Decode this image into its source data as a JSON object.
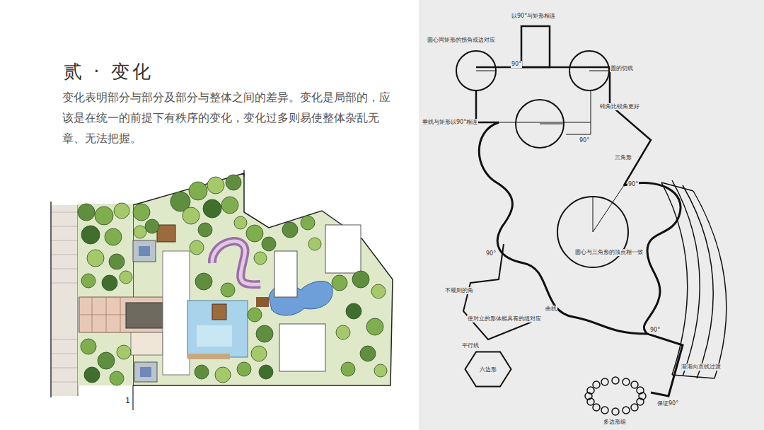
{
  "diagram": {
    "title": "贰 · 变化",
    "nodes": [
      {
        "text": [
          "六边形"
        ]
      }
    ],
    "labels": [
      "变化表明部分与部分及部分与整体之间的差异。变化是局部的，应该是在统一的前提下有秩序的变化，变化过多则易使整体杂乱无章、无法把握。",
      "以90°与矩形相连",
      "圆心同矩形的拐角或边对应",
      "90°",
      "圆的切线",
      "钝角比锐角更好",
      "垂线与矩形以90°相连",
      "90°",
      "三角形",
      "90°",
      "圆心与三角形的顶点相一致",
      "90°",
      "不规则的角",
      "曲线",
      "使对立的形体能具有的缝对应",
      "90°",
      "平行线",
      "渐渐向直线过渡",
      "保证90°",
      "多边形组",
      "1"
    ]
  }
}
